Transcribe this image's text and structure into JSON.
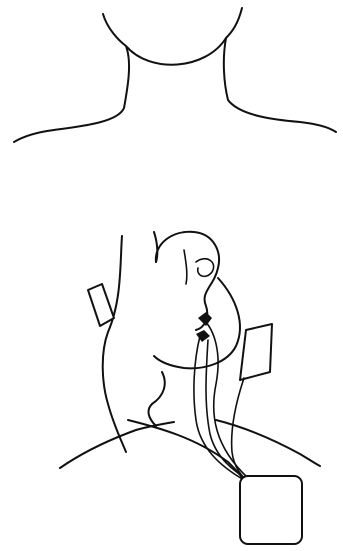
{
  "figure": {
    "panels": [
      {
        "id": "neck-front"
      },
      {
        "id": "neck-side-with-electrodes"
      }
    ],
    "electrodes": [
      {
        "id": "pad-upper-left"
      },
      {
        "id": "pad-right"
      }
    ],
    "device": {
      "id": "stimulator-unit"
    },
    "leads": {
      "count": 3
    },
    "colors": {
      "ink": "#111111",
      "background": "#ffffff"
    }
  }
}
